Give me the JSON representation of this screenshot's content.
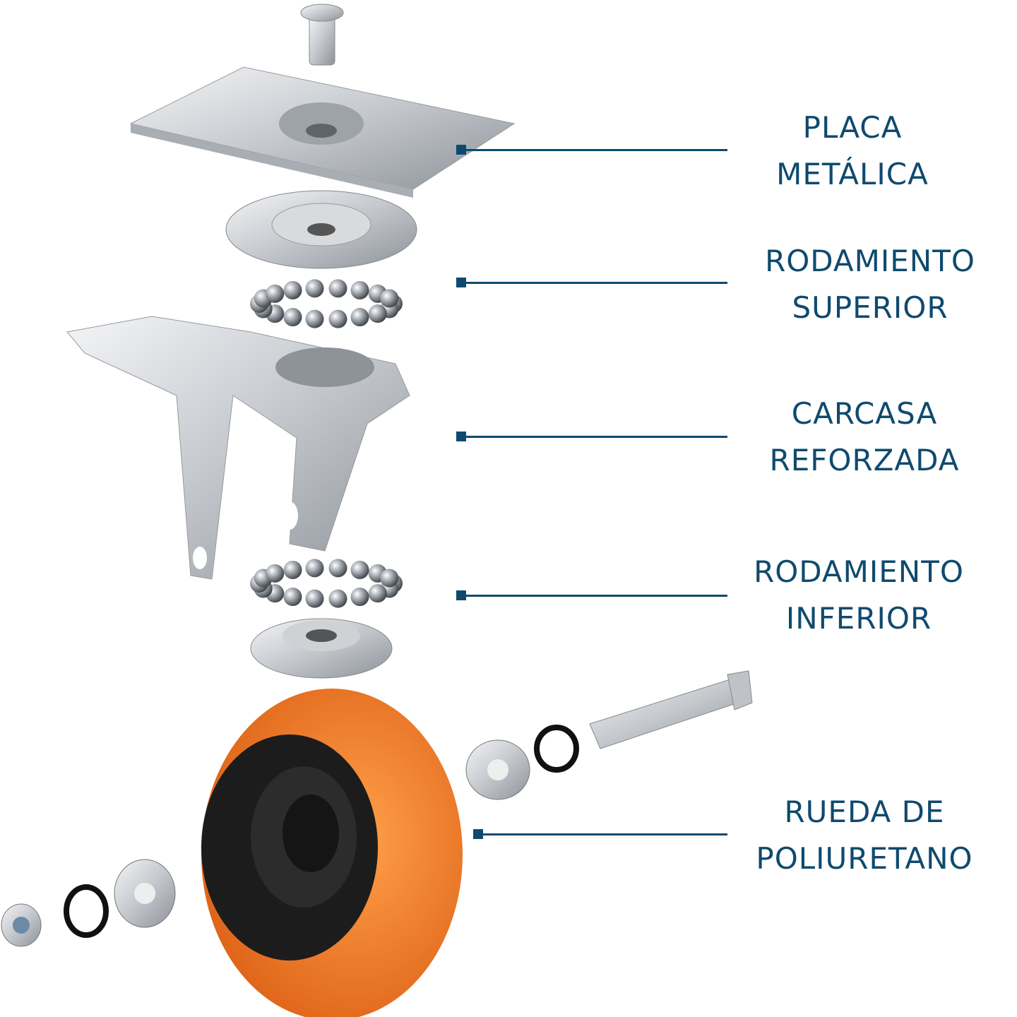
{
  "colors": {
    "accent": "#0f4a6e",
    "wheel": "#f07a22",
    "hub": "#1a1a1a",
    "metal": "#c9ccd0"
  },
  "labels": [
    {
      "line1": "PLACA",
      "line2": "METÁLICA"
    },
    {
      "line1": "RODAMIENTO",
      "line2": "SUPERIOR"
    },
    {
      "line1": "CARCASA",
      "line2": "REFORZADA"
    },
    {
      "line1": "RODAMIENTO",
      "line2": "INFERIOR"
    },
    {
      "line1": "RUEDA DE",
      "line2": "POLIURETANO"
    }
  ]
}
